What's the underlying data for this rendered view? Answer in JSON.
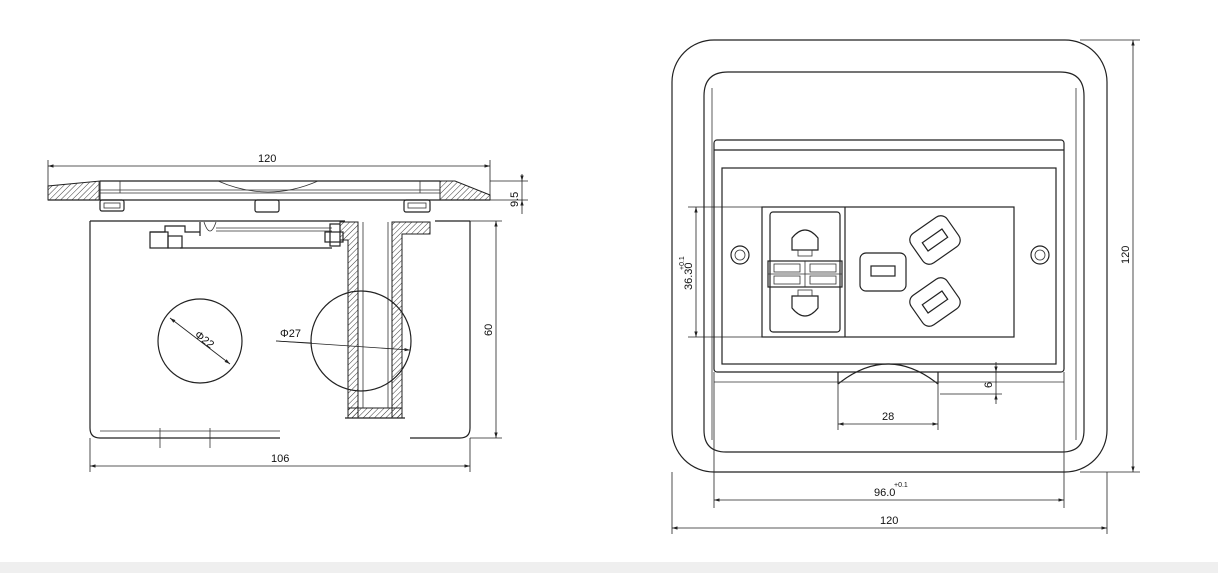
{
  "side_view": {
    "dim_top_width": "120",
    "dim_flange_height": "9.5",
    "dim_body_height": "60",
    "dim_bottom_width": "106",
    "dim_hole_small": "Φ22",
    "dim_hole_large": "Φ27"
  },
  "top_view": {
    "dim_outer_height": "120",
    "dim_outer_width": "120",
    "dim_inner_width": "96.0",
    "dim_inner_width_tol": "+0.1",
    "dim_module_height": "36.30",
    "dim_module_height_tol": "+0.1",
    "dim_notch_width": "28",
    "dim_notch_depth": "6"
  }
}
